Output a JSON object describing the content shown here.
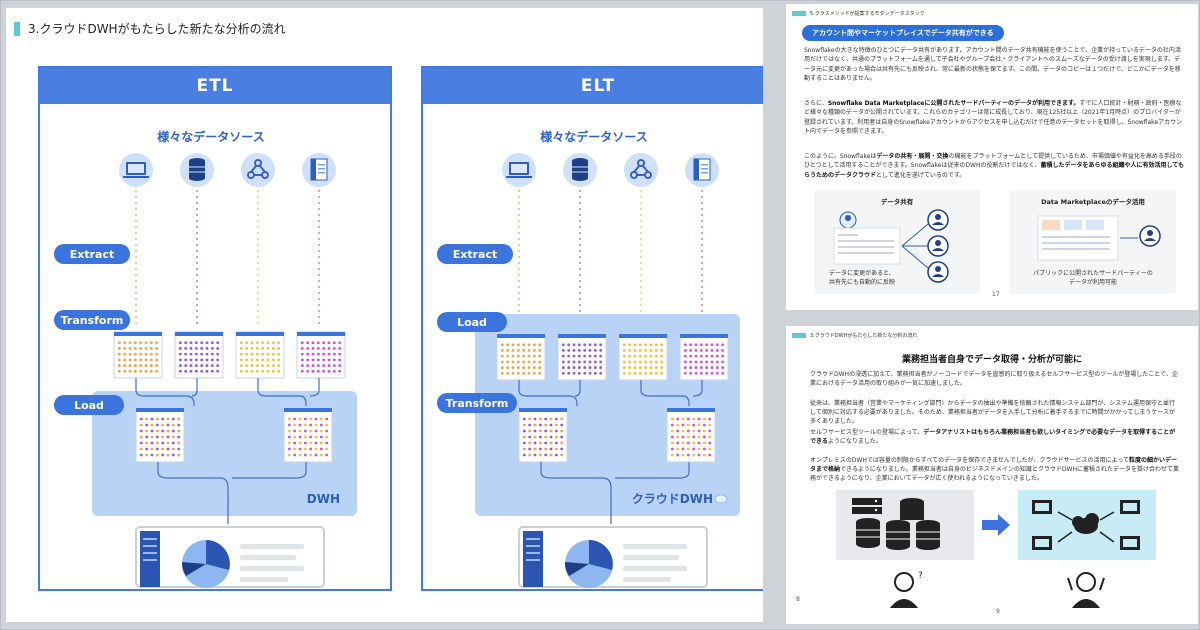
{
  "left": {
    "section_title": "3.クラウドDWHがもたらした新たな分析の流れ",
    "etl": {
      "title": "ETL",
      "sources_label": "様々なデータソース",
      "stage_extract": "Extract",
      "stage_transform": "Transform",
      "stage_load": "Load",
      "dwh_label": "DWH"
    },
    "elt": {
      "title": "ELT",
      "sources_label": "様々なデータソース",
      "stage_extract": "Extract",
      "stage_load": "Load",
      "stage_transform": "Transform",
      "dwh_label": "クラウドDWH"
    }
  },
  "right_top": {
    "section": "5.クラスメソッドが提案するモダンデータスタック",
    "pill": "アカウント間やマーケットプレイスでデータ共有ができる",
    "p1": "Snowflakeの大きな特徴のひとつにデータ共有があります。アカウント間のデータ共有機能を使うことで、企業が持っているデータの社内活用だけではなく、共通のプラットフォームを通して子会社やグループ会社・クライアントへのスムーズなデータの受け渡しを実現します。データ元に変更があった場合は共有先にも反映され、常に最新の状態を保てます。この間、データのコピーは１つだけで、どこかにデータを移動することはありません。",
    "p2_a": "さらに、",
    "p2_b": "Snowflake Data Marketplaceに公開されたサードパーティーのデータが利用できます。",
    "p2_c": "すでに人口統計・財務・政府・医療など様々な種類のデータが公開されています。これらのカテゴリーは常に成長しており、現在125社以上（2021年1月時点）のプロバイダーが登録されています。利用者は自身のSnowflakeアカウントからアクセスを申し込むだけで任意のデータセットを取得し、Snowflakeアカウント内でデータを参照できます。",
    "p3_a": "このように、Snowflakeは",
    "p3_b": "データの共有・展開・交換",
    "p3_c": "の機能をプラットフォームとして提供しているため、市場価値や有益化を高める手段のひとつとして活用することができます。Snowflakeは従来のDWHの役割だけではなく、",
    "p3_d": "蓄積したデータをあらゆる組織や人に有効活用してもらうためのデータクラウド",
    "p3_e": "として進化を遂げているのです。",
    "fig1_title": "データ共有",
    "fig1_cap1": "データに変更があると、",
    "fig1_cap2": "共有先にも自動的に反映",
    "fig2_title": "Data Marketplaceのデータ活用",
    "fig2_cap1": "パブリックに公開されたサードパーティーの",
    "fig2_cap2": "データが利用可能",
    "page_num": "17"
  },
  "right_bottom": {
    "section": "3.クラウドDWHがもたらした新たな分析の流れ",
    "title": "業務担当者自身でデータ取得・分析が可能に",
    "p1": "クラウドDWHの浸透に加えて、業務担当者がノーコードでデータを直感的に取り扱えるセルフサービス型のツールが登場したことで、企業におけるデータ活用の取り組みが一気に加速しました。",
    "p2": "従来は、業務担当者（営業やマーケティング部門）からデータの抽出や準備を依頼された情報システム部門が、システム運用保守と並行して個別に対応する必要がありました。そのため、業務担当者がデータを入手して分析に着手するまでに時間がかかってしまうケースが多くありました。",
    "p3_a": "セルフサービス型ツールの登場によって、",
    "p3_b": "データアナリストはもちろん業務担当者も欲しいタイミングで必要なデータを取得することができる",
    "p3_c": "ようになりました。",
    "p4_a": "オンプレミスのDWHでは容量の制限からすべてのデータを保存できませんでしたが、クラウドサービスの活用によって",
    "p4_b": "粒度の細かいデータまで格納",
    "p4_c": "できるようになりました。業務担当者は自身のビジネスドメインの知識とクラウドDWHに蓄積されたデータを掛け合わせて業務ができるようになり、企業においてデータが広く使われるようになっていきました。",
    "page_num": "9",
    "side_mark": "8"
  },
  "colors": {
    "accent": "#4a7ee0",
    "teal": "#5ec9d3",
    "dwh_fill": "#b9d3f6",
    "orange": "#f2a24a",
    "purple": "#8a5ce6",
    "yellow": "#f2c23a",
    "magenta": "#d94fd0"
  }
}
